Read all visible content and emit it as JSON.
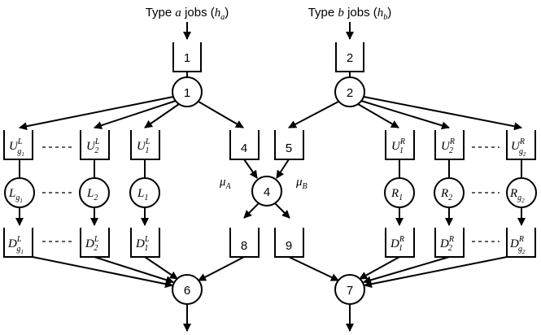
{
  "headers": {
    "type_a": "Type a jobs (h_a)",
    "type_b": "Type b jobs (h_b)"
  },
  "buffers": {
    "1": "1",
    "2": "2",
    "4": "4",
    "5": "5",
    "8": "8",
    "9": "9",
    "U_L_g1": "U^L_{g1}",
    "U_L_2": "U^L_2",
    "U_L_1": "U^L_1",
    "U_R_1": "U^R_1",
    "U_R_2": "U^R_2",
    "U_R_g2": "U^R_{g2}",
    "D_L_g1": "D^L_{g1}",
    "D_L_2": "D^L_2",
    "D_L_1": "D^L_1",
    "D_R_1": "D^R_1",
    "D_R_2": "D^R_2",
    "D_R_g2": "D^R_{g2}"
  },
  "servers": {
    "1": "1",
    "2": "2",
    "4": "4",
    "6": "6",
    "7": "7",
    "L_g1": "L_{g1}",
    "L_2": "L_2",
    "L_1": "L_1",
    "R_1": "R_1",
    "R_2": "R_2",
    "R_g2": "R_{g2}"
  },
  "rates": {
    "mu_A": "μ_A",
    "mu_B": "μ_B"
  },
  "ellipsis": "-----"
}
